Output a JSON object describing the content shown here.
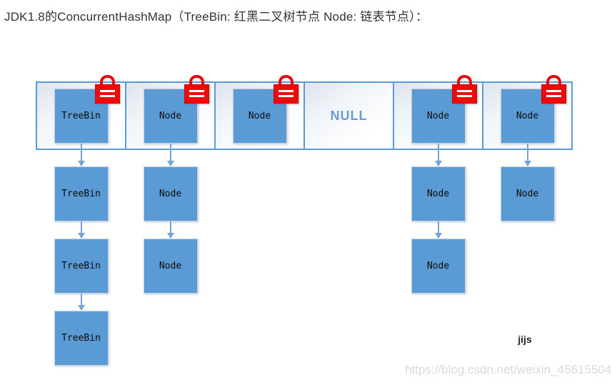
{
  "title": "JDK1.8的ConcurrentHashMap（TreeBin: 红黑二叉树节点 Node: 链表节点）：",
  "legend": {
    "treebin_meaning": "红黑二叉树节点",
    "node_meaning": "链表节点"
  },
  "buckets": [
    {
      "label": "TreeBin",
      "locked": true,
      "is_null": false,
      "chain": [
        "TreeBin",
        "TreeBin",
        "TreeBin"
      ]
    },
    {
      "label": "Node",
      "locked": true,
      "is_null": false,
      "chain": [
        "Node",
        "Node"
      ]
    },
    {
      "label": "Node",
      "locked": true,
      "is_null": false,
      "chain": []
    },
    {
      "label": "NULL",
      "locked": false,
      "is_null": true,
      "chain": []
    },
    {
      "label": "Node",
      "locked": true,
      "is_null": false,
      "chain": [
        "Node",
        "Node"
      ]
    },
    {
      "label": "Node",
      "locked": true,
      "is_null": false,
      "chain": [
        "Node"
      ]
    }
  ],
  "annotations": {
    "author": "jijs",
    "watermark": "https://blog.csdn.net/weixin_45615504"
  },
  "colors": {
    "box_fill": "#5b9bd5",
    "table_border": "#5b9bd5",
    "arrow": "#74a3d6",
    "lock_red": "#ee0a0a",
    "null_text": "#6b9ace",
    "watermark_text": "#d9d9d9"
  }
}
